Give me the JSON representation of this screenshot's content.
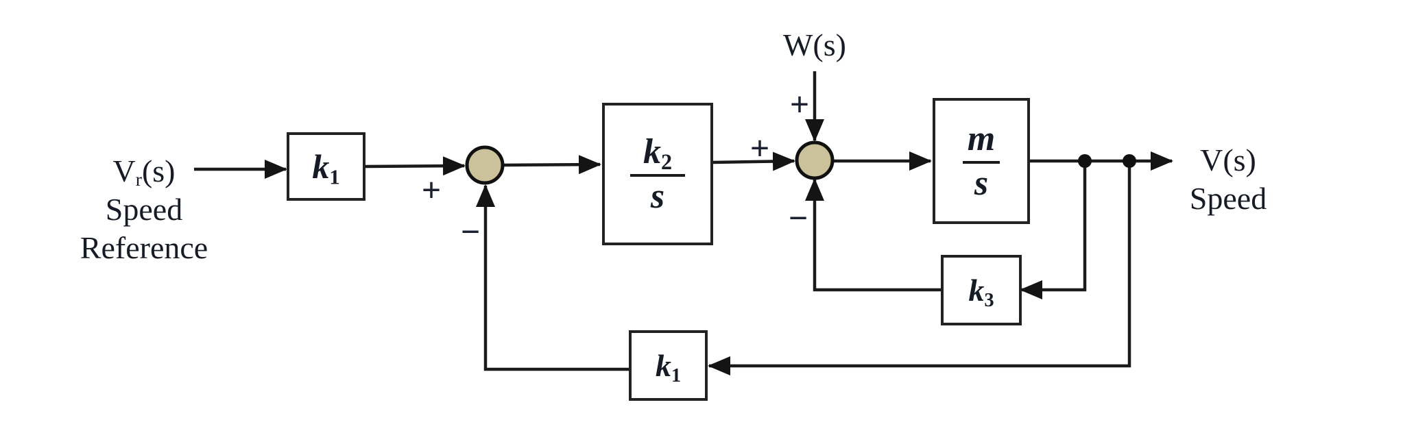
{
  "diagram": {
    "colors": {
      "summing_fill": "#cbc19a",
      "line": "#1a1a1a",
      "text": "#161b26"
    },
    "input": {
      "pre": "V",
      "sub": "r",
      "post": "(s)",
      "desc1": "Speed",
      "desc2": "Reference"
    },
    "disturbance": {
      "label": "W(s)"
    },
    "output": {
      "label": "V(s)",
      "desc": "Speed"
    },
    "blocks": {
      "k1_forward": {
        "base": "k",
        "sub": "1"
      },
      "k2_over_s": {
        "num_base": "k",
        "num_sub": "2",
        "den": "s"
      },
      "m_over_s": {
        "num": "m",
        "den": "s"
      },
      "k3_inner": {
        "base": "k",
        "sub": "3"
      },
      "k1_outer": {
        "base": "k",
        "sub": "1"
      }
    },
    "signs": {
      "sum1_input_plus": "+",
      "sum1_feedback_minus": "−",
      "sum2_input_plus": "+",
      "sum2_disturbance_plus": "+",
      "sum2_feedback_minus": "−"
    }
  }
}
